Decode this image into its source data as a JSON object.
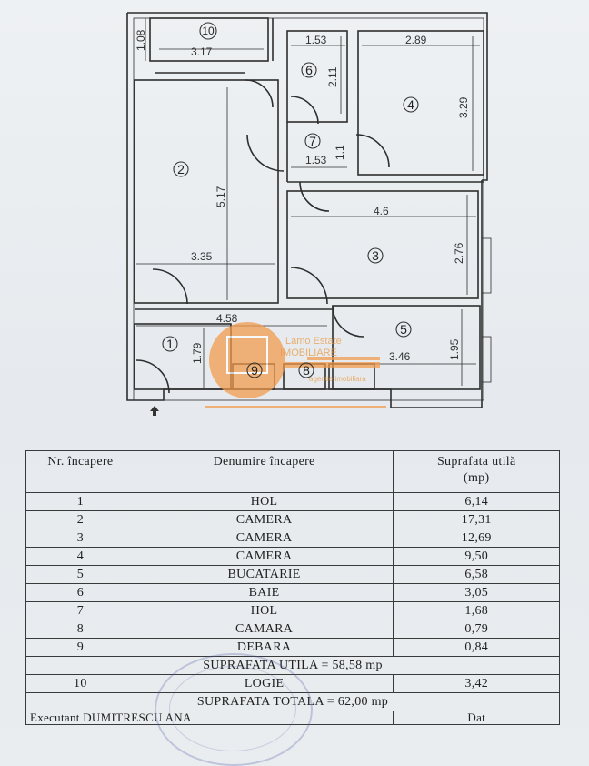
{
  "plan": {
    "rooms": [
      {
        "num": "1"
      },
      {
        "num": "2"
      },
      {
        "num": "3"
      },
      {
        "num": "4"
      },
      {
        "num": "5"
      },
      {
        "num": "6"
      },
      {
        "num": "7"
      },
      {
        "num": "8"
      },
      {
        "num": "9"
      },
      {
        "num": "10"
      }
    ],
    "dimensions": [
      "1.08",
      "3.17",
      "1.53",
      "2.11",
      "2.89",
      "3.29",
      "1.53",
      "1.1",
      "5.17",
      "4.6",
      "2.76",
      "3.35",
      "4.58",
      "1.79",
      "3.46",
      "1.95"
    ],
    "watermark": {
      "brand": "Lamo Estate",
      "line2": "IMOBILIARE",
      "tagline": "agentie imobiliara"
    }
  },
  "table": {
    "headers": {
      "nr": "Nr. încapere",
      "name": "Denumire încapere",
      "area_line1": "Suprafata utilă",
      "area_line2": "(mp)"
    },
    "rows": [
      {
        "nr": "1",
        "name": "HOL",
        "area": "6,14"
      },
      {
        "nr": "2",
        "name": "CAMERA",
        "area": "17,31"
      },
      {
        "nr": "3",
        "name": "CAMERA",
        "area": "12,69"
      },
      {
        "nr": "4",
        "name": "CAMERA",
        "area": "9,50"
      },
      {
        "nr": "5",
        "name": "BUCATARIE",
        "area": "6,58"
      },
      {
        "nr": "6",
        "name": "BAIE",
        "area": "3,05"
      },
      {
        "nr": "7",
        "name": "HOL",
        "area": "1,68"
      },
      {
        "nr": "8",
        "name": "CAMARA",
        "area": "0,79"
      },
      {
        "nr": "9",
        "name": "DEBARA",
        "area": "0,84"
      }
    ],
    "summary_util": "SUPRAFATA UTILA = 58,58 mp",
    "logie": {
      "nr": "10",
      "name": "LOGIE",
      "area": "3,42"
    },
    "summary_total": "SUPRAFATA TOTALA = 62,00 mp",
    "executant": "Executant DUMITRESCU ANA",
    "executant_right": "Dat"
  }
}
